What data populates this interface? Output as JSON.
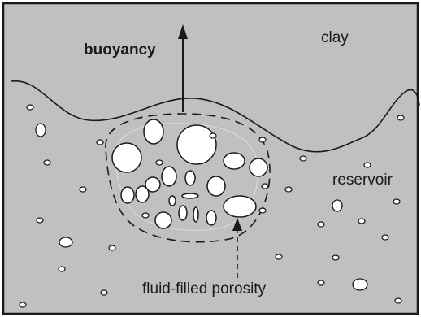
{
  "diagram": {
    "labels": {
      "clay": "clay",
      "buoyancy": "buoyancy",
      "reservoir": "reservoir",
      "porosity": "fluid-filled porosity"
    },
    "colors": {
      "background": "#c0c0c0",
      "frame": "#1a1a1a",
      "pore_fill": "#ffffff",
      "pore_stroke": "#1a1a1a",
      "boundary": "#1a1a1a",
      "dashed": "#1a1a1a"
    }
  }
}
